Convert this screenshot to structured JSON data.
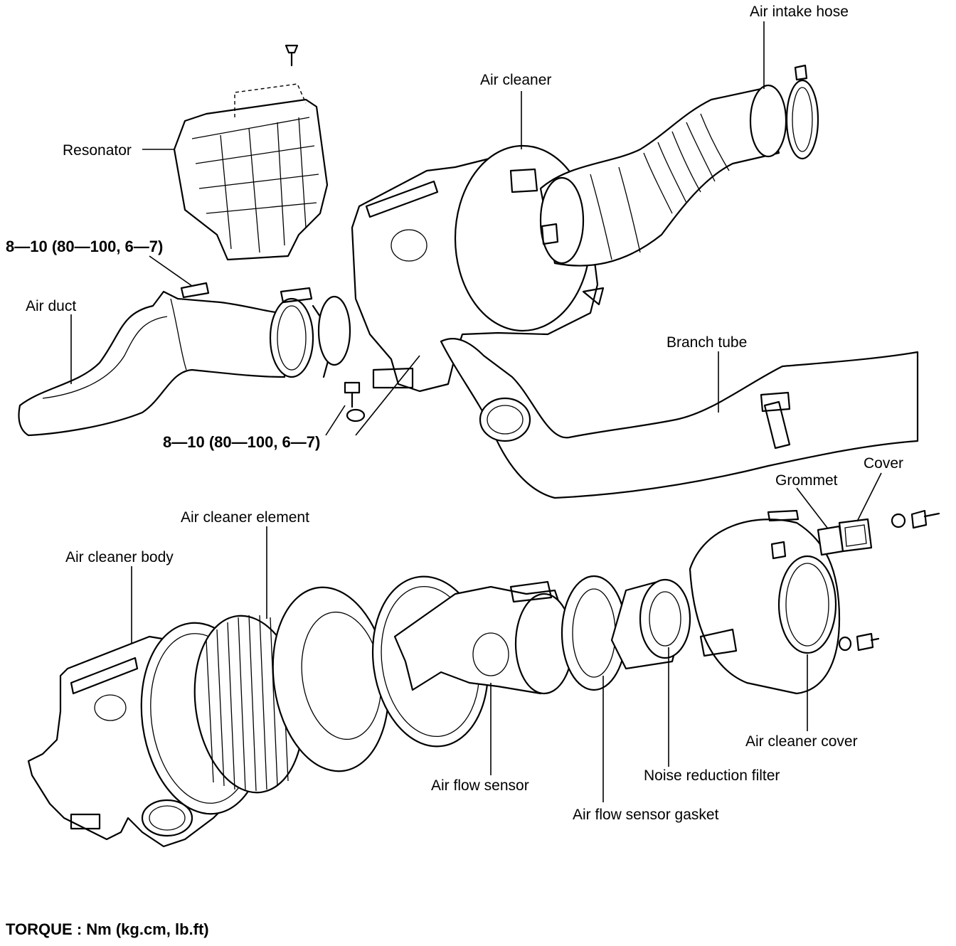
{
  "labels": {
    "air_intake_hose": "Air intake hose",
    "air_cleaner": "Air cleaner",
    "resonator": "Resonator",
    "torque_spec_top": "8—10 (80—100, 6—7)",
    "air_duct": "Air duct",
    "branch_tube": "Branch tube",
    "torque_spec_mid": "8—10 (80—100, 6—7)",
    "grommet": "Grommet",
    "cover": "Cover",
    "air_cleaner_element": "Air cleaner element",
    "air_cleaner_body": "Air cleaner body",
    "air_cleaner_cover": "Air cleaner cover",
    "air_flow_sensor": "Air flow sensor",
    "noise_reduction_filter": "Noise reduction filter",
    "air_flow_sensor_gasket": "Air flow sensor gasket",
    "torque_unit": "TORQUE : Nm (kg.cm, lb.ft)"
  }
}
